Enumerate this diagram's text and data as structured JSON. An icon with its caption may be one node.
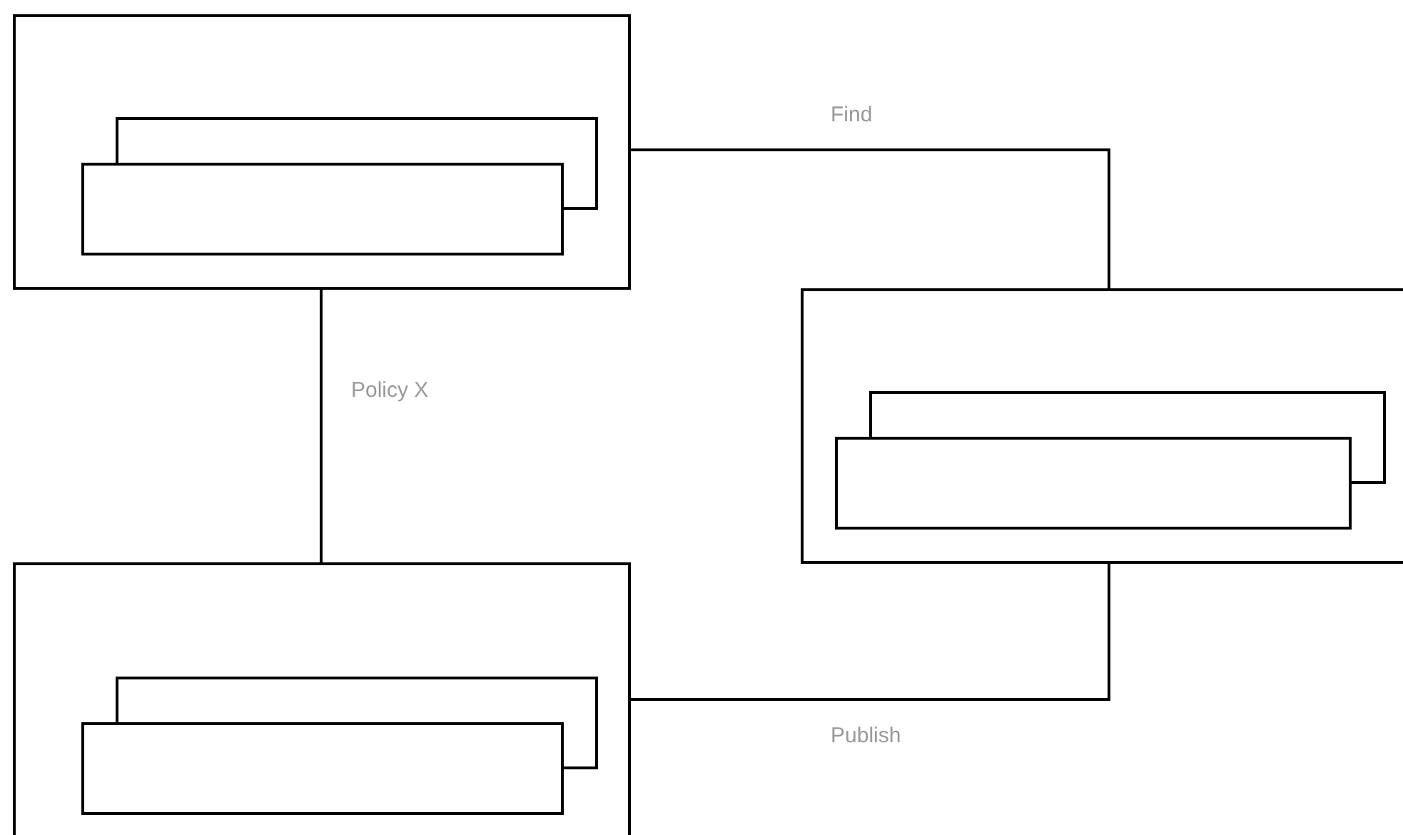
{
  "diagram": {
    "nodes": [
      {
        "text": [],
        "shape": "box"
      },
      {
        "text": [],
        "shape": "stack",
        "in": 0
      },
      {
        "text": [],
        "shape": "box"
      },
      {
        "text": [],
        "shape": "stack",
        "in": 2
      },
      {
        "text": [],
        "shape": "box"
      },
      {
        "text": [],
        "shape": "stack",
        "in": 4
      }
    ],
    "edges": [
      {
        "from": 0,
        "to": 2,
        "arrow": "none",
        "label": "Find"
      },
      {
        "from": 0,
        "to": 4,
        "arrow": "none",
        "label": "Policy X"
      },
      {
        "from": 2,
        "to": 4,
        "arrow": "none",
        "label": "Publish"
      }
    ]
  }
}
